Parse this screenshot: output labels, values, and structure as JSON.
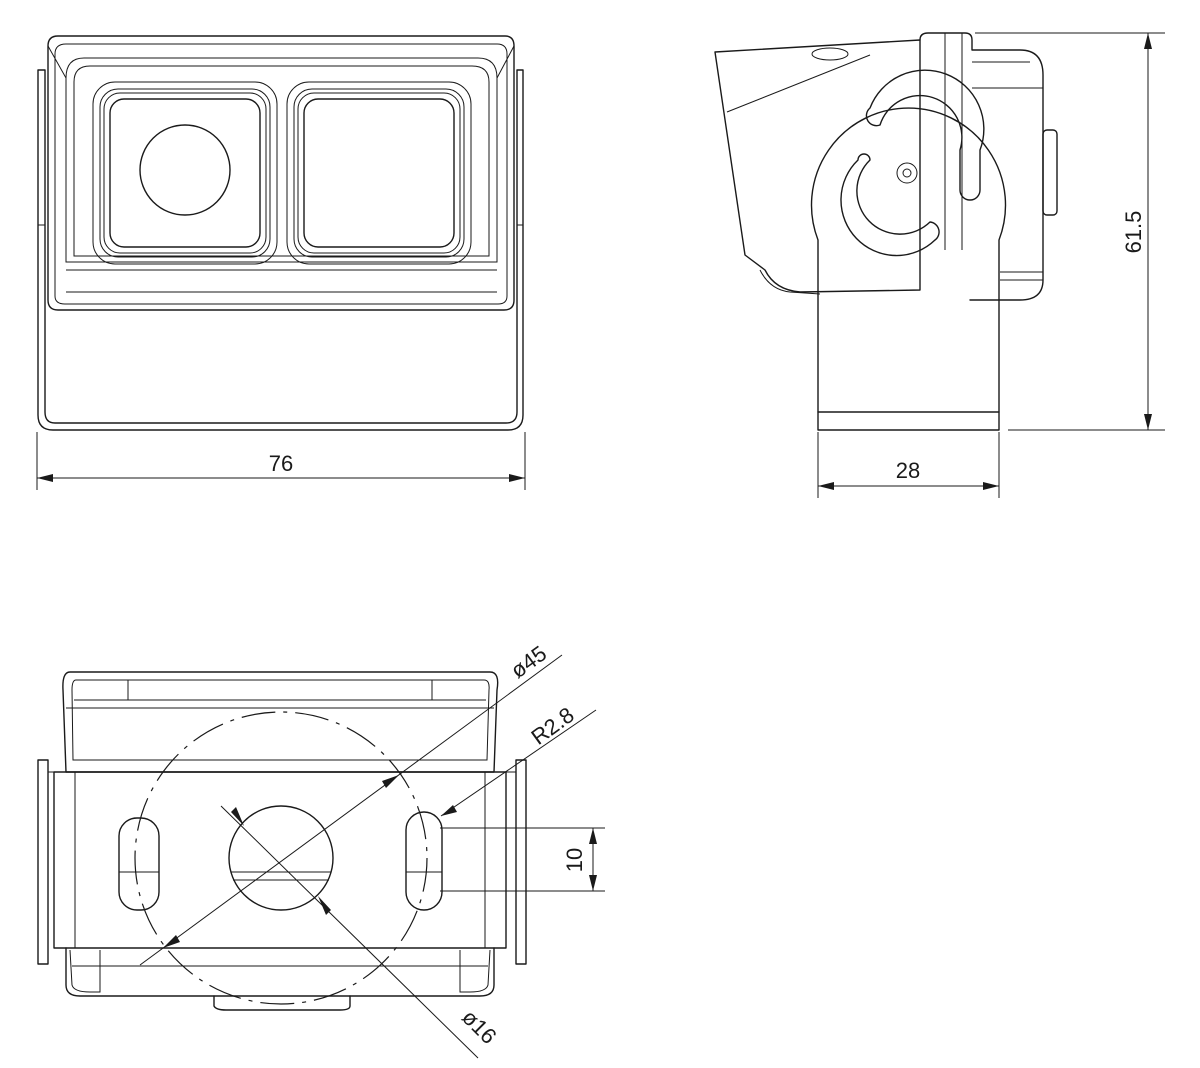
{
  "dimensions": {
    "width_front": "76",
    "height_side": "61.5",
    "depth_side": "28",
    "dia_large": "ø45",
    "radius_slot": "R2.8",
    "slot_spacing": "10",
    "dia_small": "ø16"
  },
  "colors": {
    "line": "#1a1a1a",
    "background": "#ffffff"
  }
}
